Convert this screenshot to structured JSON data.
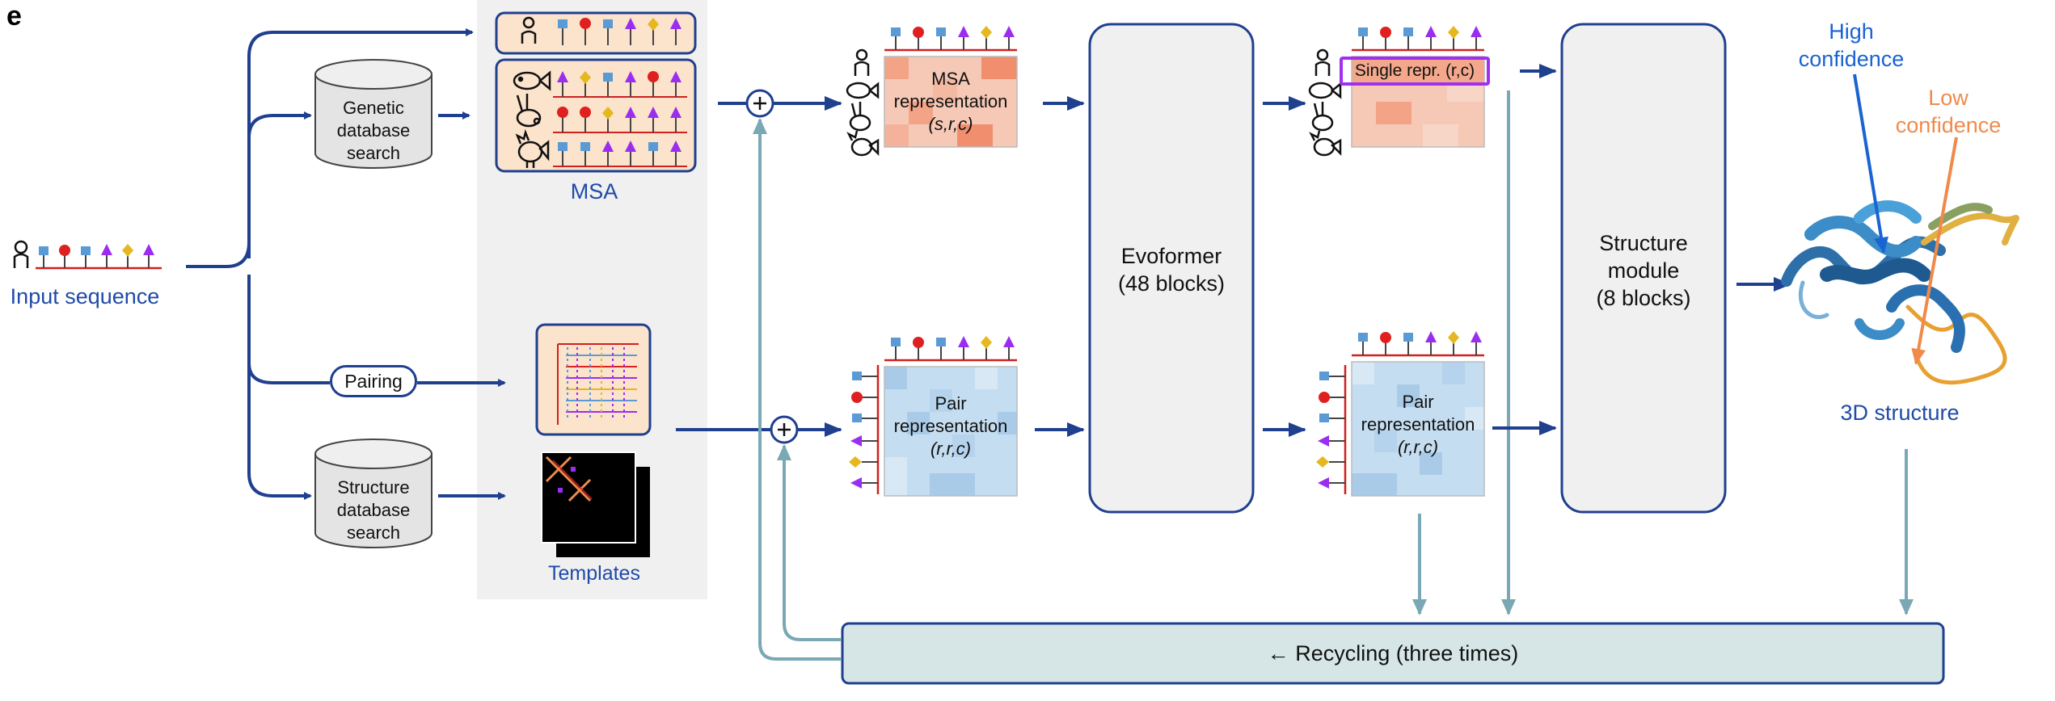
{
  "panel_letter": "e",
  "input": {
    "label": "Input sequence"
  },
  "genetic_db": {
    "line1": "Genetic",
    "line2": "database",
    "line3": "search"
  },
  "structure_db": {
    "line1": "Structure",
    "line2": "database",
    "line3": "search"
  },
  "pairing": {
    "label": "Pairing"
  },
  "msa": {
    "label": "MSA"
  },
  "templates": {
    "label": "Templates"
  },
  "msa_repr": {
    "line1": "MSA",
    "line2": "representation",
    "line3": "(s,r,c)"
  },
  "pair_repr": {
    "line1": "Pair",
    "line2": "representation",
    "line3": "(r,r,c)"
  },
  "evoformer": {
    "line1": "Evoformer",
    "line2": "(48 blocks)"
  },
  "single_repr": {
    "label": "Single repr. (r,c)"
  },
  "pair_repr_out": {
    "line1": "Pair",
    "line2": "representation",
    "line3": "(r,r,c)"
  },
  "structure_module": {
    "line1": "Structure",
    "line2": "module",
    "line3": "(8 blocks)"
  },
  "high_conf": {
    "line1": "High",
    "line2": "confidence"
  },
  "low_conf": {
    "line1": "Low",
    "line2": "confidence"
  },
  "structure_3d": {
    "label": "3D structure"
  },
  "recycling": {
    "label": "← Recycling (three times)"
  },
  "colors": {
    "dark_blue": "#1f3f8f",
    "light_blue": "#1a63d2",
    "teal": "#7aa8b4",
    "orange": "#f08a4b",
    "purple": "#a12ff0",
    "msa_fill": "#fbe3cc",
    "recycle_fill": "#d6e6e6",
    "block_fill": "#f0f0f0"
  },
  "icons": [
    "person-icon",
    "fish-icon",
    "rabbit-icon",
    "rooster-icon",
    "protein-structure-icon"
  ]
}
